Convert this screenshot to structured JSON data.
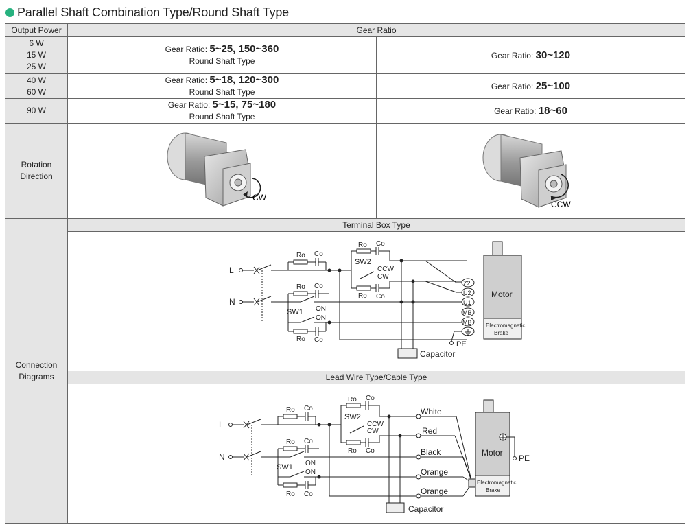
{
  "title": "Parallel Shaft Combination Type/Round Shaft Type",
  "colors": {
    "accent": "#27b27f",
    "header_bg": "#e5e5e5",
    "line": "#666666",
    "arrow": "#222222"
  },
  "header": {
    "output_power": "Output Power",
    "gear_ratio": "Gear Ratio"
  },
  "rows": [
    {
      "power": [
        "6 W",
        "15 W",
        "25 W"
      ],
      "round_label": "Gear Ratio:",
      "round_value": "5~25, 150~360",
      "round_sub": "Round Shaft Type",
      "parallel_label": "Gear Ratio:",
      "parallel_value": "30~120"
    },
    {
      "power": [
        "40 W",
        "60 W"
      ],
      "round_label": "Gear Ratio:",
      "round_value": "5~18, 120~300",
      "round_sub": "Round Shaft Type",
      "parallel_label": "Gear Ratio:",
      "parallel_value": "25~100"
    },
    {
      "power": [
        "90 W"
      ],
      "round_label": "Gear Ratio:",
      "round_value": "5~15, 75~180",
      "round_sub": "Round Shaft Type",
      "parallel_label": "Gear Ratio:",
      "parallel_value": "18~60"
    }
  ],
  "rotation": {
    "label": [
      "Rotation",
      "Direction"
    ],
    "left_dir": "CW",
    "right_dir": "CCW",
    "left_icon": "motor-cw-icon",
    "right_icon": "motor-ccw-icon"
  },
  "connection": {
    "label": [
      "Connection",
      "Diagrams"
    ],
    "terminal_box": {
      "title": "Terminal Box Type",
      "L": "L",
      "N": "N",
      "ro": "Ro",
      "co": "Co",
      "sw1": "SW1",
      "sw2": "SW2",
      "on": "ON",
      "ccw": "CCW",
      "cw": "CW",
      "terminals": [
        "Z2",
        "U2",
        "U1",
        "MB",
        "MB"
      ],
      "motor": "Motor",
      "brake": [
        "Electromagnetic",
        "Brake"
      ],
      "pe": "PE",
      "capacitor": "Capacitor"
    },
    "lead_wire": {
      "title": "Lead Wire Type/Cable Type",
      "L": "L",
      "N": "N",
      "ro": "Ro",
      "co": "Co",
      "sw1": "SW1",
      "sw2": "SW2",
      "on": "ON",
      "ccw": "CCW",
      "cw": "CW",
      "wires": [
        "White",
        "Red",
        "Black",
        "Orange",
        "Orange"
      ],
      "motor": "Motor",
      "brake": [
        "Electromagnetic",
        "Brake"
      ],
      "pe": "PE",
      "capacitor": "Capacitor"
    }
  }
}
